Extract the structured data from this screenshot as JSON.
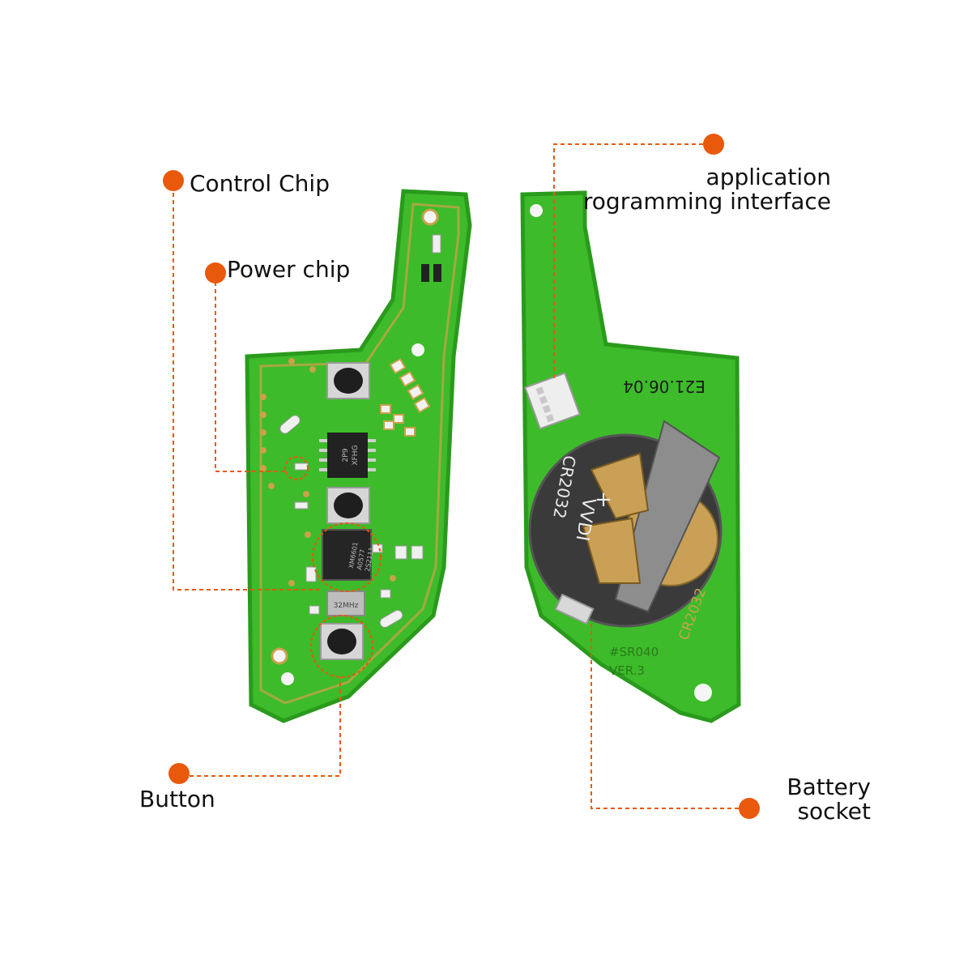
{
  "colors": {
    "accent": "#e8590c",
    "pcb_green": "#3dbb2a",
    "pcb_border": "#2a9a1c",
    "copper": "#c9a24a",
    "chip": "#222222",
    "battery_metal": "#3a3a3a",
    "gold": "#c9a055"
  },
  "callouts": {
    "control_chip": "Control Chip",
    "power_chip": "Power chip",
    "button": "Button",
    "api_line1": "application",
    "api_line2": "rogramming interface",
    "battery_line1": "Battery",
    "battery_line2": "socket"
  },
  "pcb_front": {
    "chip_power_l1": "2P9",
    "chip_power_l2": "XFHG",
    "chip_control_l1": "XM6601",
    "chip_control_l2": "A0577",
    "chip_control_l3": "2S2111",
    "crystal": "32MHz"
  },
  "pcb_back": {
    "date_code": "E21.06.04",
    "battery_type_on_cell": "CR2032",
    "battery_brand": "VVDI",
    "polarity": "+",
    "board_battery_label": "CR2032",
    "board_model": "#SR040",
    "board_version": "VER.3"
  }
}
